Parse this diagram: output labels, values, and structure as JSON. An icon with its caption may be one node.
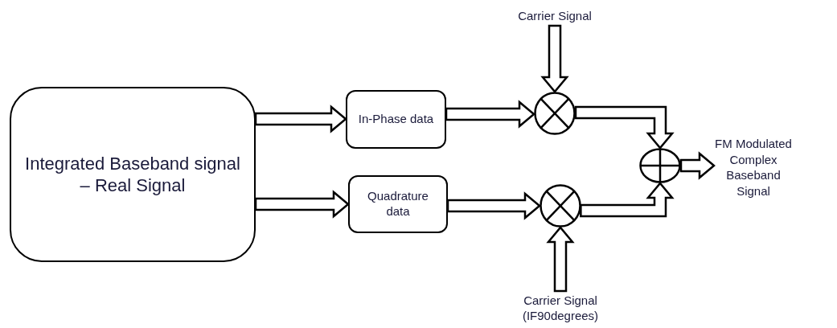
{
  "diagram": {
    "nodes": [
      {
        "text": [
          "Integrated Baseband signal – Real Signal"
        ]
      },
      {
        "text": [
          "In-Phase data"
        ]
      },
      {
        "text": [
          "Quadrature data"
        ]
      },
      {
        "text": [],
        "shape": "circle"
      },
      {
        "text": [],
        "shape": "circle"
      },
      {
        "text": [],
        "shape": "circle"
      },
      {
        "text": [
          "Carrier Signal"
        ]
      },
      {
        "text": [
          "Carrier Signal (IF90degrees)"
        ]
      },
      {
        "text": [
          "FM Modulated Complex Baseband Signal"
        ]
      }
    ],
    "edges": [
      {
        "from": 0,
        "to": 1,
        "arrow": "to"
      },
      {
        "from": 0,
        "to": 2,
        "arrow": "to"
      },
      {
        "from": 1,
        "to": 3,
        "arrow": "to"
      },
      {
        "from": 2,
        "to": 4,
        "arrow": "to"
      },
      {
        "from": 6,
        "to": 3,
        "arrow": "to"
      },
      {
        "from": 7,
        "to": 4,
        "arrow": "to"
      },
      {
        "from": 3,
        "to": 5,
        "arrow": "to"
      },
      {
        "from": 4,
        "to": 5,
        "arrow": "to"
      },
      {
        "from": 5,
        "to": 8,
        "arrow": "to"
      }
    ]
  }
}
